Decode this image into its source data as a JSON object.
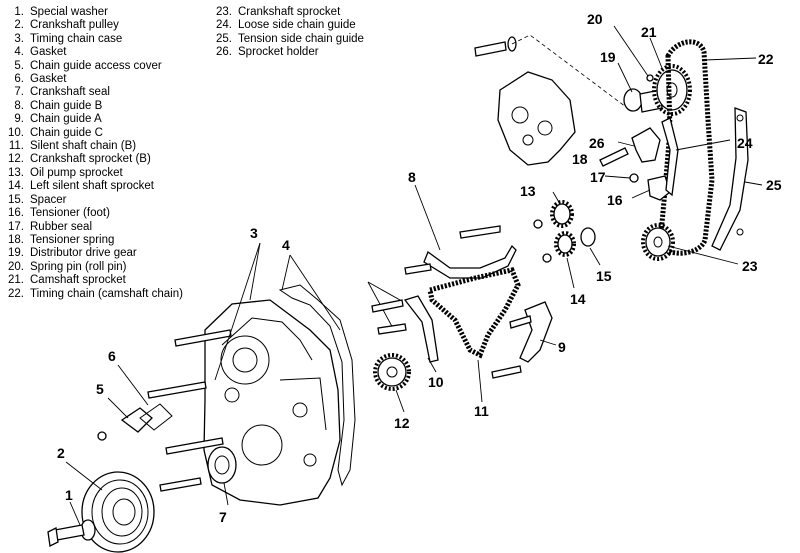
{
  "legend": {
    "left": [
      {
        "num": "1.",
        "label": "Special washer"
      },
      {
        "num": "2.",
        "label": "Crankshaft pulley"
      },
      {
        "num": "3.",
        "label": "Timing chain case"
      },
      {
        "num": "4.",
        "label": "Gasket"
      },
      {
        "num": "5.",
        "label": "Chain guide access cover"
      },
      {
        "num": "6.",
        "label": "Gasket"
      },
      {
        "num": "7.",
        "label": "Crankshaft seal"
      },
      {
        "num": "8.",
        "label": "Chain guide B"
      },
      {
        "num": "9.",
        "label": "Chain guide A"
      },
      {
        "num": "10.",
        "label": "Chain guide C"
      },
      {
        "num": "11.",
        "label": "Silent shaft chain (B)"
      },
      {
        "num": "12.",
        "label": "Crankshaft sprocket (B)"
      },
      {
        "num": "13.",
        "label": "Oil pump sprocket"
      },
      {
        "num": "14.",
        "label": "Left silent shaft sprocket"
      },
      {
        "num": "15.",
        "label": "Spacer"
      },
      {
        "num": "16.",
        "label": "Tensioner (foot)"
      },
      {
        "num": "17.",
        "label": "Rubber seal"
      },
      {
        "num": "18.",
        "label": "Tensioner spring"
      },
      {
        "num": "19.",
        "label": "Distributor drive gear"
      },
      {
        "num": "20.",
        "label": "Spring pin (roll pin)"
      },
      {
        "num": "21.",
        "label": "Camshaft sprocket"
      },
      {
        "num": "22.",
        "label": "Timing chain (camshaft chain)"
      }
    ],
    "right": [
      {
        "num": "23.",
        "label": "Crankshaft sprocket"
      },
      {
        "num": "24.",
        "label": "Loose side chain guide"
      },
      {
        "num": "25.",
        "label": "Tension side chain guide"
      },
      {
        "num": "26.",
        "label": "Sprocket holder"
      }
    ]
  },
  "callouts": {
    "c1": "1",
    "c2": "2",
    "c3": "3",
    "c4": "4",
    "c5": "5",
    "c6": "6",
    "c7": "7",
    "c8": "8",
    "c9": "9",
    "c10": "10",
    "c11": "11",
    "c12": "12",
    "c13": "13",
    "c14": "14",
    "c15": "15",
    "c16": "16",
    "c17": "17",
    "c18": "18",
    "c19": "19",
    "c20": "20",
    "c21": "21",
    "c22": "22",
    "c23": "23",
    "c24": "24",
    "c25": "25",
    "c26": "26"
  }
}
